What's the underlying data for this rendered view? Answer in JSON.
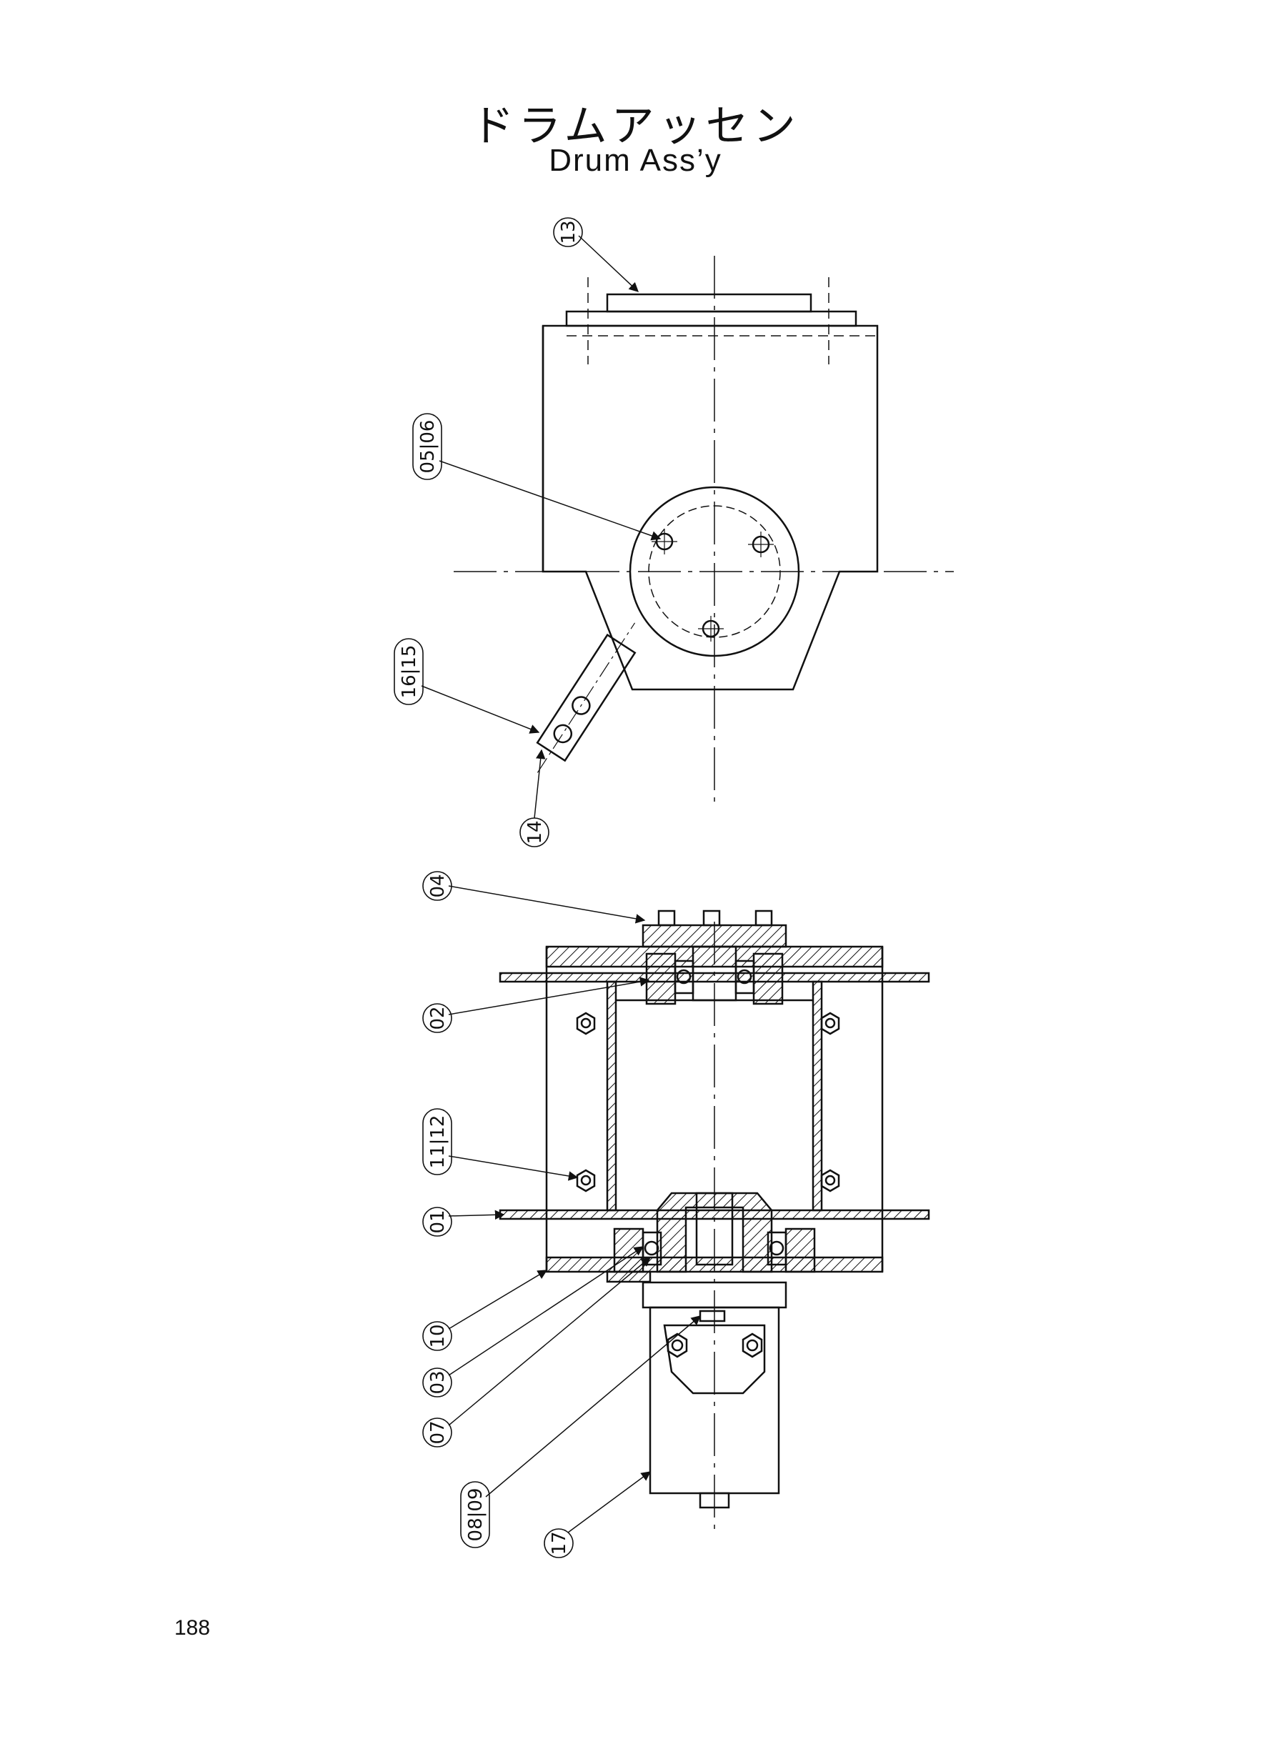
{
  "title_jp": "ドラムアッセン",
  "title_en": "Drum Ass’y",
  "page_number": "188",
  "callouts": {
    "p13": "13",
    "p0506": "05|06",
    "p1615": "16|15",
    "p14": "14",
    "p04": "04",
    "p02": "02",
    "p1112": "11|12",
    "p01": "01",
    "p10": "10",
    "p03": "03",
    "p07": "07",
    "p0809": "08|09",
    "p17": "17"
  }
}
